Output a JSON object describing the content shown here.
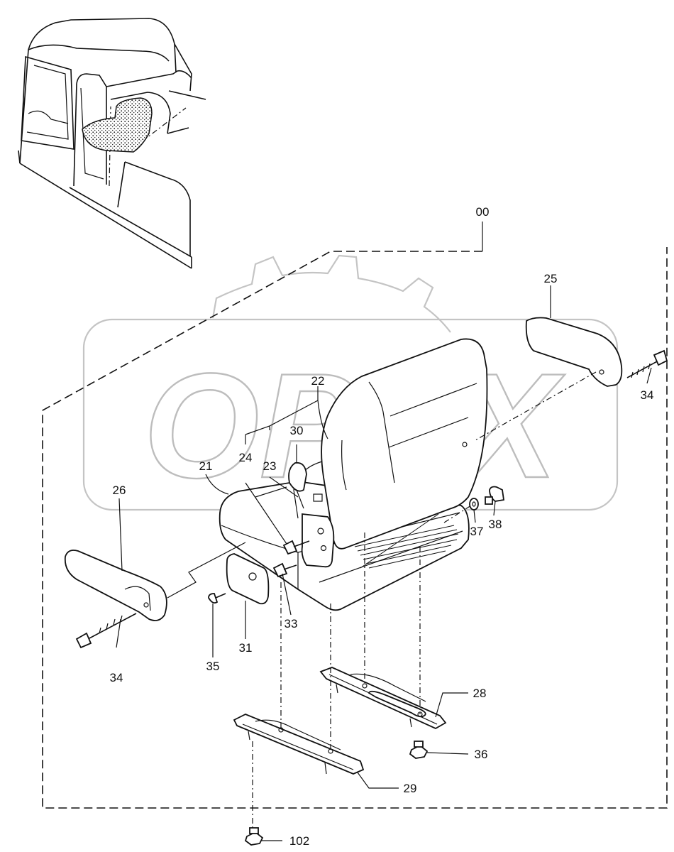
{
  "watermark": "OPEX",
  "callouts": {
    "assembly": "00",
    "p21": "21",
    "p22": "22",
    "p23": "23",
    "p24": "24",
    "p25": "25",
    "p26": "26",
    "p28": "28",
    "p29": "29",
    "p30": "30",
    "p31": "31",
    "p33": "33",
    "p34_right": "34",
    "p34_left": "34",
    "p35": "35",
    "p36": "36",
    "p37": "37",
    "p38": "38",
    "p102": "102"
  }
}
